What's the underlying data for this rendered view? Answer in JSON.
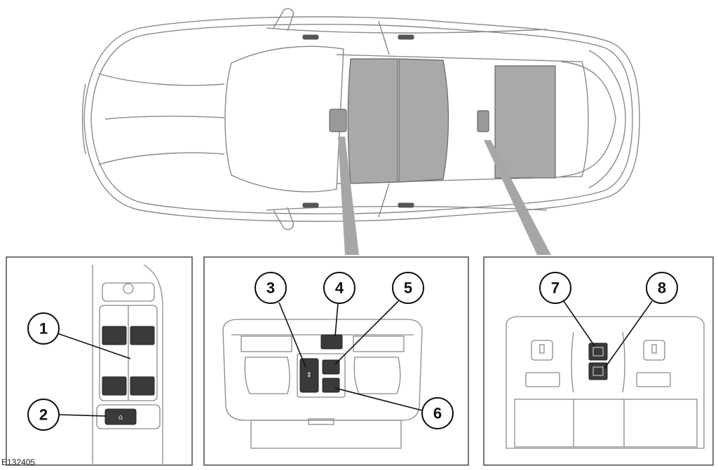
{
  "figure_id": "E132405",
  "callouts": [
    {
      "label": "1"
    },
    {
      "label": "2"
    },
    {
      "label": "3"
    },
    {
      "label": "4"
    },
    {
      "label": "5"
    },
    {
      "label": "6"
    },
    {
      "label": "7"
    },
    {
      "label": "8"
    }
  ],
  "colors": {
    "outline": "#8a8a8a",
    "panel_border": "#555555",
    "sunroof_glass": "#a9a9a9",
    "switch_dark": "#3a3a3a",
    "pointer_beam": "#a6a6a6"
  }
}
